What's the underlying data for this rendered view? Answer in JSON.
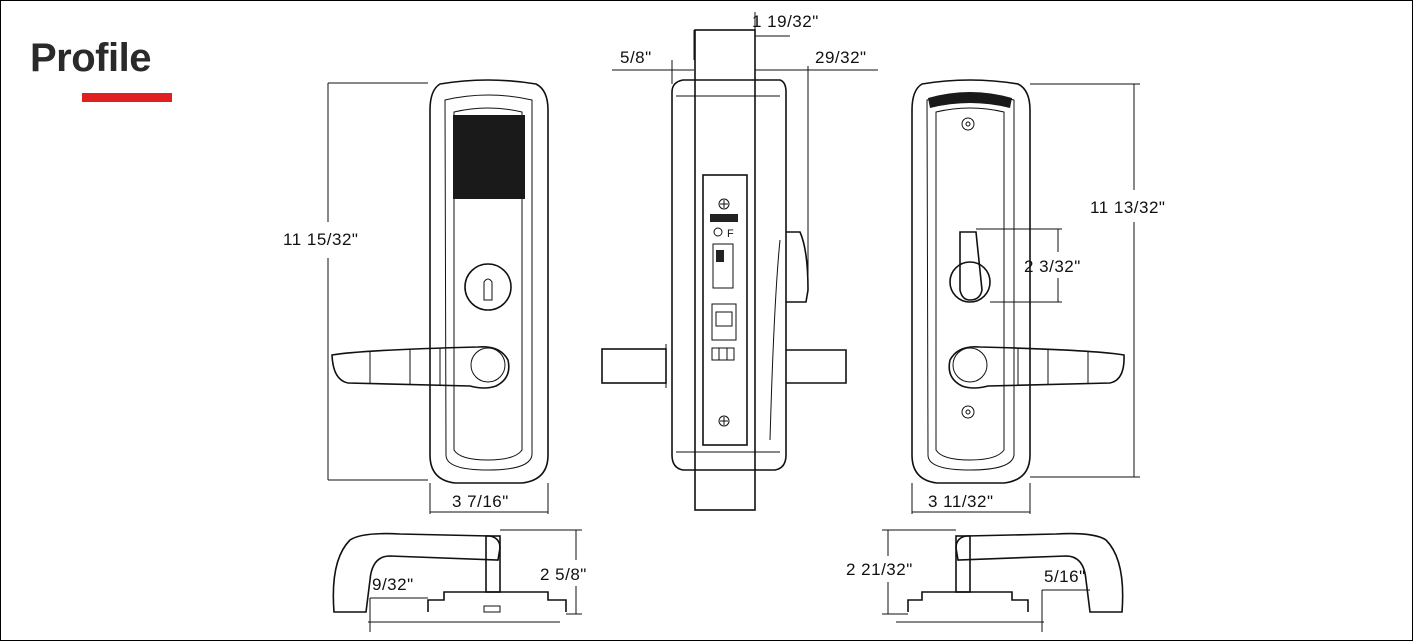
{
  "header": {
    "title": "Profile",
    "accent_color": "#e02020"
  },
  "dimensions": {
    "front_height": "11  15/32\"",
    "front_width": "3  7/16\"",
    "side_top_width": "1  19/32\"",
    "side_left_offset": "5/8\"",
    "side_right_offset": "29/32\"",
    "back_height": "11  13/32\"",
    "back_knob_height": "2  3/32\"",
    "back_width": "3  11/32\"",
    "lever_left_height": "2  5/8\"",
    "lever_left_offset": "9/32\"",
    "lever_right_height": "2  21/32\"",
    "lever_right_offset": "5/16\""
  },
  "mortise_marks": {
    "letter": "F"
  }
}
